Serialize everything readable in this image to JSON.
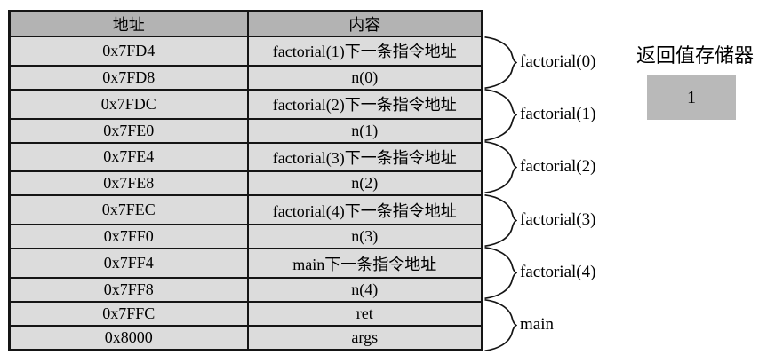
{
  "diagram": {
    "table": {
      "headers": {
        "address": "地址",
        "content": "内容"
      },
      "rows": [
        {
          "address": "0x7FD4",
          "content": "factorial(1)下一条指令地址"
        },
        {
          "address": "0x7FD8",
          "content": "n(0)"
        },
        {
          "address": "0x7FDC",
          "content": "factorial(2)下一条指令地址"
        },
        {
          "address": "0x7FE0",
          "content": "n(1)"
        },
        {
          "address": "0x7FE4",
          "content": "factorial(3)下一条指令地址"
        },
        {
          "address": "0x7FE8",
          "content": "n(2)"
        },
        {
          "address": "0x7FEC",
          "content": "factorial(4)下一条指令地址"
        },
        {
          "address": "0x7FF0",
          "content": "n(3)"
        },
        {
          "address": "0x7FF4",
          "content": "main下一条指令地址"
        },
        {
          "address": "0x7FF8",
          "content": "n(4)"
        },
        {
          "address": "0x7FFC",
          "content": "ret"
        },
        {
          "address": "0x8000",
          "content": "args"
        }
      ]
    },
    "frames": [
      {
        "label": "factorial(0)"
      },
      {
        "label": "factorial(1)"
      },
      {
        "label": "factorial(2)"
      },
      {
        "label": "factorial(3)"
      },
      {
        "label": "factorial(4)"
      },
      {
        "label": "main"
      }
    ],
    "return_value": {
      "title": "返回值存储器",
      "value": "1"
    },
    "colors": {
      "header_bg": "#b3b3b3",
      "row_bg": "#dcdcdc",
      "box_bg": "#b9b9b9",
      "border": "#151515"
    }
  }
}
